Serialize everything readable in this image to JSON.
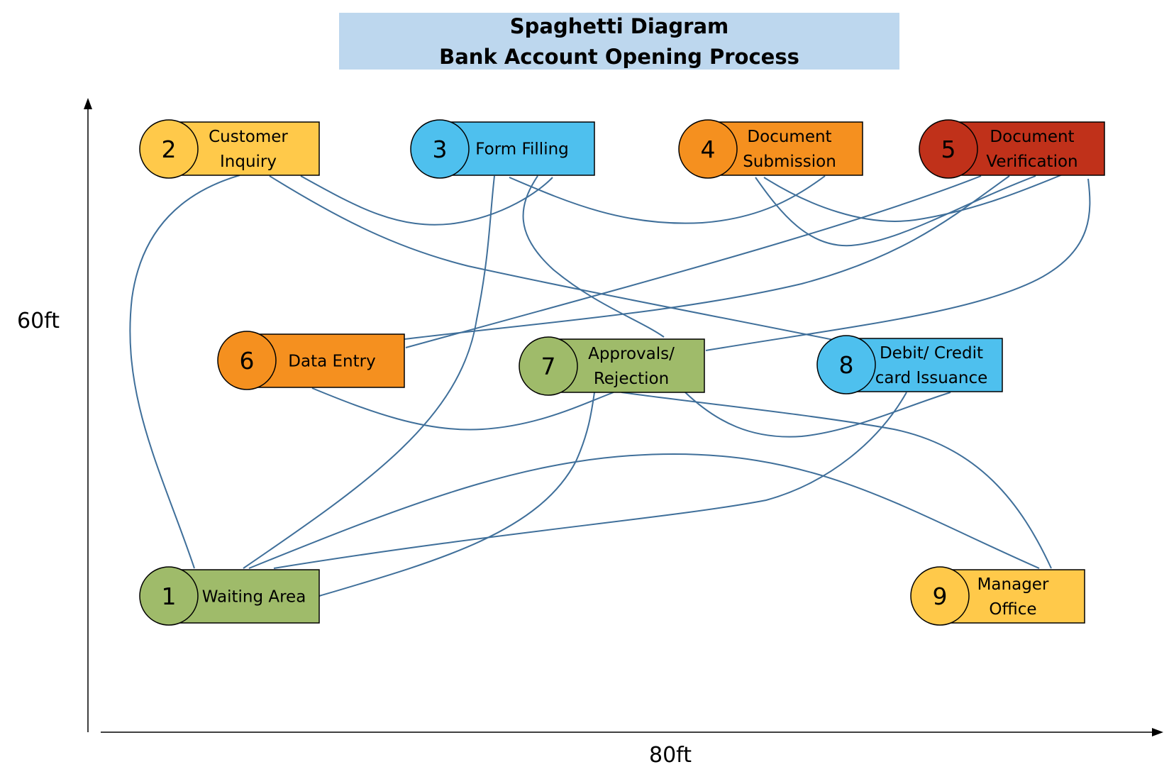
{
  "title": {
    "line1": "Spaghetti Diagram",
    "line2": "Bank Account Opening Process",
    "bg_color": "#bdd7ee"
  },
  "axes": {
    "y_label": "60ft",
    "x_label": "80ft"
  },
  "colors": {
    "yellow": "#ffc94a",
    "blue": "#4ec0ee",
    "orange": "#f5901f",
    "red": "#c0311a",
    "green": "#9fbb6a",
    "line": "#3f6f9a"
  },
  "nodes": [
    {
      "id": "1",
      "name": "waiting-area",
      "lines": [
        "Waiting Area"
      ],
      "color": "green"
    },
    {
      "id": "2",
      "name": "customer-inquiry",
      "lines": [
        "Customer",
        "Inquiry"
      ],
      "color": "yellow"
    },
    {
      "id": "3",
      "name": "form-filling",
      "lines": [
        "Form Filling"
      ],
      "color": "blue"
    },
    {
      "id": "4",
      "name": "document-submission",
      "lines": [
        "Document",
        "Submission"
      ],
      "color": "orange"
    },
    {
      "id": "5",
      "name": "document-verification",
      "lines": [
        "Document",
        "Verification"
      ],
      "color": "red"
    },
    {
      "id": "6",
      "name": "data-entry",
      "lines": [
        "Data Entry"
      ],
      "color": "orange"
    },
    {
      "id": "7",
      "name": "approvals-rejection",
      "lines": [
        "Approvals/",
        "Rejection"
      ],
      "color": "green"
    },
    {
      "id": "8",
      "name": "debit-credit-card-issuance",
      "lines": [
        "Debit/ Credit",
        "card Issuance"
      ],
      "color": "blue"
    },
    {
      "id": "9",
      "name": "manager-office",
      "lines": [
        "Manager",
        "Office"
      ],
      "color": "yellow"
    }
  ]
}
